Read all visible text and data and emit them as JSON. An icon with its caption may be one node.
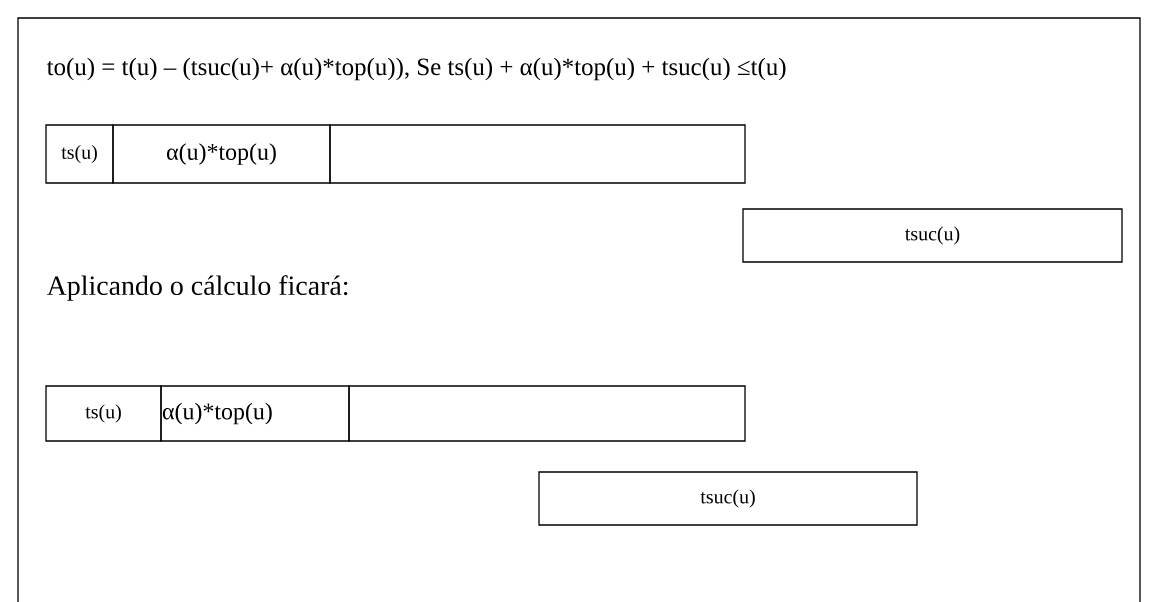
{
  "diagram": {
    "title": "to(u) = t(u) – (tsuc(u)+ α(u)*top(u)), Se ts(u) + α(u)*top(u) + tsuc(u) ≤t(u)",
    "nodes": [
      {
        "text": [
          "ts(u)"
        ]
      },
      {
        "text": [
          "α(u)*top(u)"
        ]
      },
      {
        "text": [],
        "shape": "box"
      },
      {
        "text": [
          "tsuc(u)"
        ]
      },
      {
        "text": [
          "ts(u)"
        ]
      },
      {
        "text": [
          "α(u)*top(u)"
        ]
      },
      {
        "text": [],
        "shape": "box"
      },
      {
        "text": [
          "tsuc(u)"
        ]
      }
    ],
    "labels": [
      "Aplicando o cálculo ficará:"
    ]
  }
}
